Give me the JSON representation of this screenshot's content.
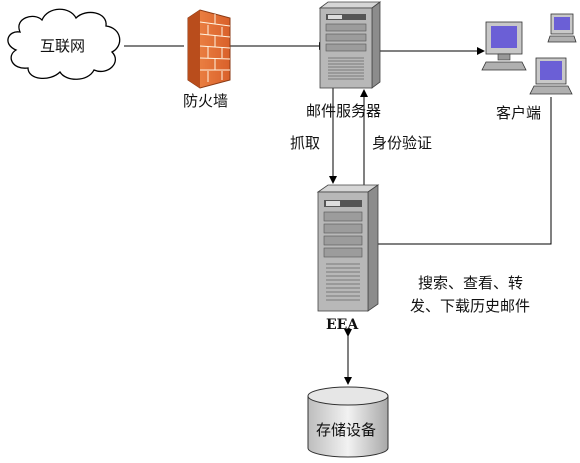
{
  "nodes": {
    "internet": {
      "label": "互联网",
      "icon": "cloud-icon"
    },
    "firewall": {
      "label": "防火墙",
      "icon": "brick-wall-icon"
    },
    "mail_server": {
      "label": "邮件服务器",
      "icon": "server-tower-icon"
    },
    "clients": {
      "label": "客户端",
      "icon": "desktop-computer-icon"
    },
    "eea": {
      "label": "EEA",
      "icon": "server-tower-icon"
    },
    "storage": {
      "label": "存储设备",
      "icon": "database-cylinder-icon"
    }
  },
  "edges": {
    "fetch": {
      "label": "抓取"
    },
    "auth": {
      "label": "身份验证"
    },
    "client_ops": {
      "line1": "搜索、查看、转",
      "line2": "发、下载历史邮件"
    }
  },
  "colors": {
    "line": "#000000",
    "server_body": "#b8b8b8",
    "server_front": "#9c9c9c",
    "brick": "#e8733a",
    "monitor_screen": "#6b5fd6"
  }
}
